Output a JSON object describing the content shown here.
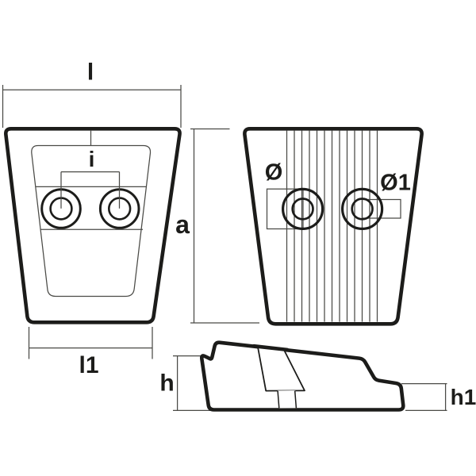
{
  "labels": {
    "top_width": "l",
    "hole_spacing": "i",
    "overall_height": "a",
    "bottom_width": "l1",
    "diameter": "Ø",
    "diameter_1": "Ø1",
    "side_height": "h",
    "side_edge_height": "h1"
  },
  "colors": {
    "outline": "#1c1c1a",
    "thin_line": "#4a4a46",
    "background": "#ffffff"
  }
}
